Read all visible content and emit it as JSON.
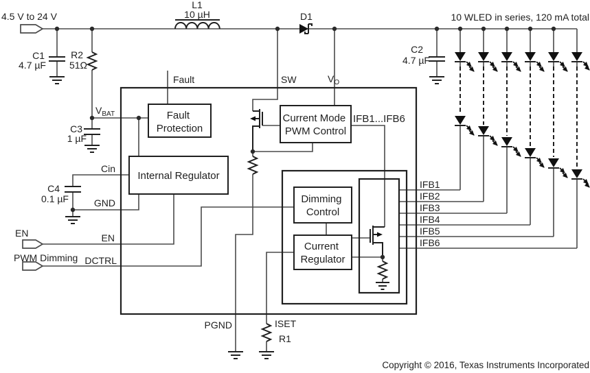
{
  "labels": {
    "input_voltage": "4.5 V to 24 V",
    "wled_note": "10 WLED in series, 120 mA total",
    "copyright": "Copyright © 2016, Texas Instruments Incorporated",
    "en_input": "EN",
    "pwm_dimming_input": "PWM Dimming"
  },
  "components": {
    "c1": {
      "ref": "C1",
      "value": "4.7 µF"
    },
    "c2": {
      "ref": "C2",
      "value": "4.7 µF"
    },
    "c3": {
      "ref": "C3",
      "value": "1 µF"
    },
    "c4": {
      "ref": "C4",
      "value": "0.1 µF"
    },
    "r1": {
      "ref": "R1"
    },
    "r2": {
      "ref": "R2",
      "value": "51Ω"
    },
    "l1": {
      "ref": "L1",
      "value": "10 µH"
    },
    "d1": {
      "ref": "D1"
    }
  },
  "pins": {
    "vbat": {
      "main": "V",
      "sub": "BAT"
    },
    "vo": {
      "main": "V",
      "sub": "O"
    },
    "sw": "SW",
    "fault": "Fault",
    "cin": "Cin",
    "gnd": "GND",
    "en": "EN",
    "dctrl": "DCTRL",
    "pgnd": "PGND",
    "iset": "ISET",
    "ifb_range": "IFB1...IFB6",
    "ifb": [
      "IFB1",
      "IFB2",
      "IFB3",
      "IFB4",
      "IFB5",
      "IFB6"
    ]
  },
  "blocks": {
    "fault_protection": {
      "line1": "Fault",
      "line2": "Protection"
    },
    "internal_regulator": "Internal Regulator",
    "pwm_control": {
      "line1": "Current Mode",
      "line2": "PWM Control"
    },
    "dimming_control": {
      "line1": "Dimming",
      "line2": "Control"
    },
    "current_regulator": {
      "line1": "Current",
      "line2": "Regulator"
    }
  }
}
